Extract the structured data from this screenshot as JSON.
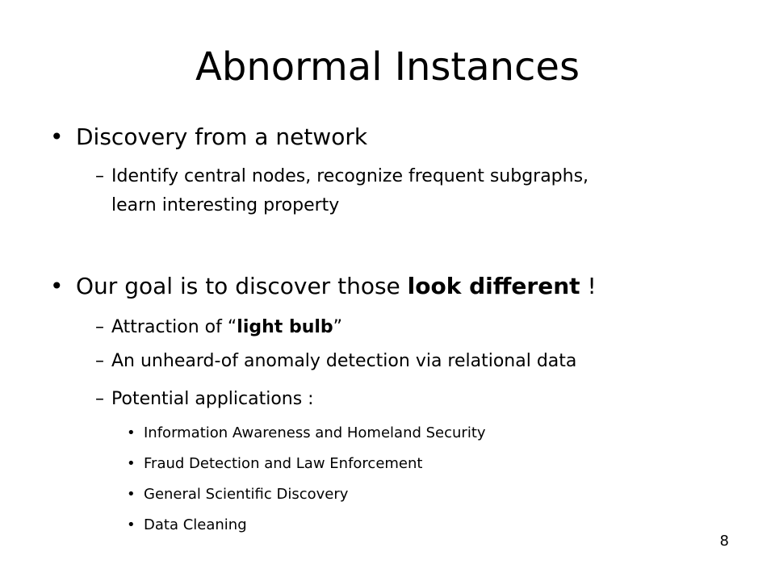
{
  "slide": {
    "title": "Abnormal Instances",
    "bullets": [
      {
        "text": "Discovery from a network"
      },
      {
        "text_before": "Our goal is to discover those ",
        "text_bold": "look different",
        "text_after": " !"
      }
    ],
    "sub1": {
      "line1": "Identify central nodes, recognize frequent subgraphs,",
      "line2": "learn interesting property"
    },
    "sub2": [
      {
        "before": "Attraction of “",
        "bold": "light bulb",
        "after": "”"
      },
      {
        "text": "An unheard-of anomaly detection via relational data"
      },
      {
        "text": "Potential applications :"
      }
    ],
    "applications": [
      "Information Awareness and Homeland Security",
      "Fraud Detection and Law Enforcement",
      "General Scientific Discovery",
      "Data Cleaning"
    ],
    "bullet_symbol": "•",
    "dash_symbol": "–",
    "page_number": "8"
  }
}
